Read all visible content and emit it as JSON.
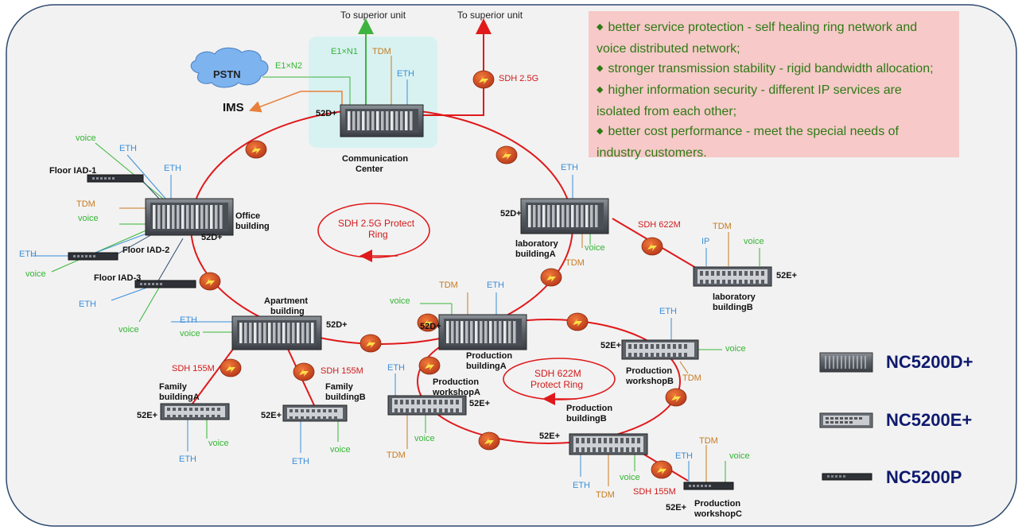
{
  "uplinks": {
    "superior_left": "To superior unit",
    "superior_right": "To superior unit"
  },
  "links": {
    "e1n1": "E1×N1",
    "e1n2": "E1×N2",
    "tdm": "TDM",
    "eth": "ETH",
    "voice": "voice",
    "ip": "IP",
    "sdh_2_5g": "SDH 2.5G",
    "sdh_622m": "SDH 622M",
    "sdh_155m": "SDH 155M"
  },
  "clouds": {
    "pstn": "PSTN",
    "ims": "IMS"
  },
  "rings": {
    "main": [
      "SDH 2.5G Protect",
      "Ring"
    ],
    "sub": [
      "SDH 622M",
      "Protect Ring"
    ]
  },
  "nodes": {
    "communication_center": {
      "model": "52D+",
      "name": [
        "Communication",
        "Center"
      ]
    },
    "office_building": {
      "model": "52D+",
      "name": [
        "Office",
        "building"
      ]
    },
    "laboratory_a": {
      "model": "52D+",
      "name": [
        "laboratory",
        "buildingA"
      ]
    },
    "laboratory_b": {
      "model": "52E+",
      "name": [
        "laboratory",
        "buildingB"
      ]
    },
    "apartment": {
      "model": "52D+",
      "name": [
        "Apartment",
        "building"
      ]
    },
    "production_a": {
      "model": "52D+",
      "name": [
        "Production",
        "buildingA"
      ]
    },
    "production_b": {
      "model": "",
      "name": [
        "Production",
        "buildingB"
      ]
    },
    "family_a": {
      "model": "52E+",
      "name": [
        "Family",
        "buildingA"
      ]
    },
    "family_b": {
      "model": "52E+",
      "name": [
        "Family",
        "buildingB"
      ]
    },
    "workshop_a": {
      "model": "52E+",
      "name": [
        "Production",
        "workshopA"
      ]
    },
    "workshop_b": {
      "model": "52E+",
      "name": [
        "Production",
        "workshopB"
      ]
    },
    "production_bottom": {
      "model": "52E+"
    },
    "workshop_c": {
      "model": "52E+",
      "name": [
        "Production",
        "workshopC"
      ]
    },
    "iad1": {
      "name": "Floor IAD-1"
    },
    "iad2": {
      "name": "Floor IAD-2"
    },
    "iad3": {
      "name": "Floor IAD-3"
    }
  },
  "features": [
    "better service protection - self healing ring network and voice distributed network;",
    "stronger transmission stability - rigid bandwidth allocation;",
    "higher information security - different IP services are isolated from each other;",
    "better cost performance - meet the special needs of industry customers."
  ],
  "features_lines": [
    [
      "better service protection - self healing ring network and",
      "voice distributed network;"
    ],
    [
      "stronger transmission stability - rigid bandwidth allocation;"
    ],
    [
      "higher information security - different IP services are",
      "isolated from each other;"
    ],
    [
      "better cost performance - meet the special needs of",
      "industry customers."
    ]
  ],
  "legend": [
    {
      "label": "NC5200D+",
      "icon": "chassis-large-icon"
    },
    {
      "label": "NC5200E+",
      "icon": "chassis-medium-icon"
    },
    {
      "label": "NC5200P",
      "icon": "chassis-slim-icon"
    }
  ],
  "colors": {
    "ring": "#e0191b",
    "eth": "#3a8fd8",
    "voice": "#35b535",
    "tdm": "#c87b1e",
    "sdh_label": "#d11a1a",
    "uplink_green": "#3fb33f",
    "pstn_cloud": "#7db3ef",
    "legend_text": "#0f1a6e"
  }
}
